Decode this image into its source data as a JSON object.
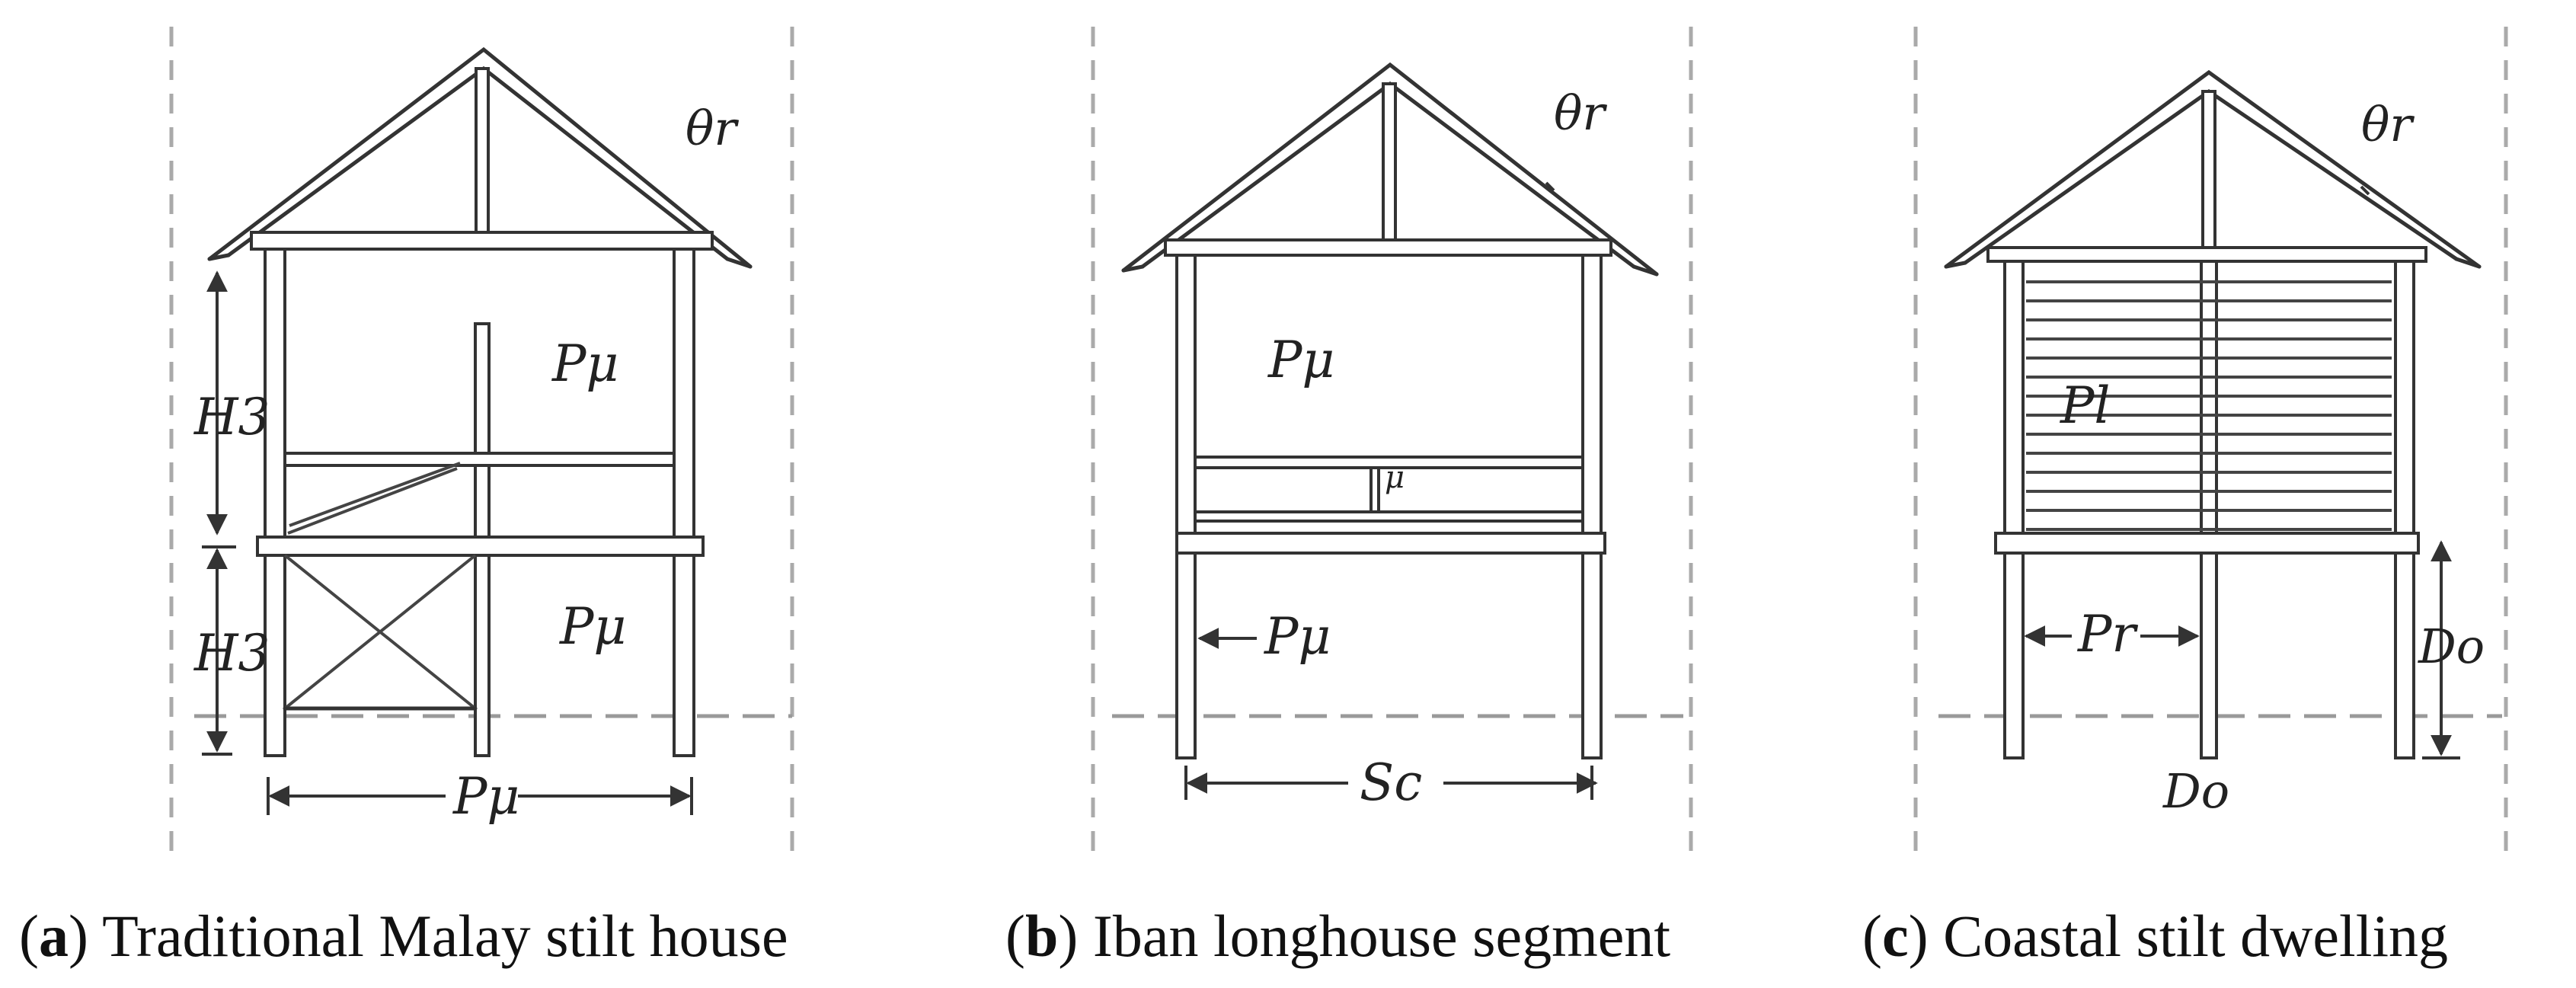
{
  "panels": [
    {
      "id": "a",
      "caption_letter": "a",
      "caption_text": "Traditional Malay stilt house",
      "labels": {
        "roof_angle": "θr",
        "height_upper": "H3",
        "height_lower": "H3",
        "upper_space": "Pμ",
        "lower_space": "Pμ",
        "span": "Pμ"
      }
    },
    {
      "id": "b",
      "caption_letter": "b",
      "caption_text": "Iban longhouse segment",
      "labels": {
        "roof_angle": "θr",
        "upper_space": "Pμ",
        "partition": "μ",
        "post_spacing": "Pμ",
        "span": "Sc"
      }
    },
    {
      "id": "c",
      "caption_letter": "c",
      "caption_text": "Coastal stilt dwelling",
      "labels": {
        "roof_angle": "θr",
        "wall_panel": "Pl",
        "post_spacing": "Pr",
        "stilt_height": "Do",
        "base": "Do"
      }
    }
  ]
}
